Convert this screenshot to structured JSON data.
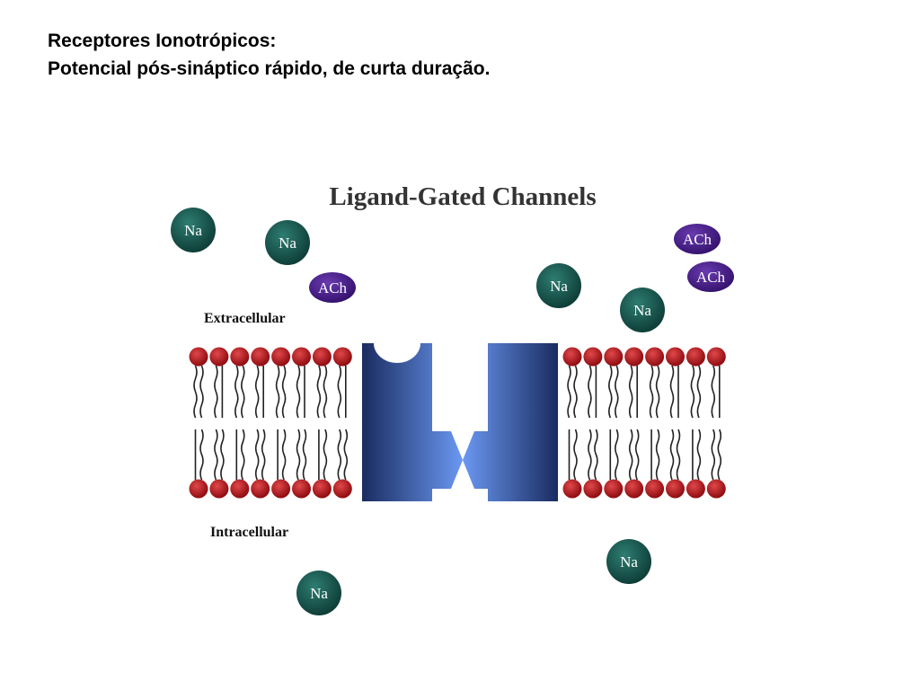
{
  "slide": {
    "title_line1": "Receptores Ionotrópicos:",
    "title_line2": "Potencial pós-sináptico rápido, de curta duração."
  },
  "diagram": {
    "title": "Ligand-Gated Channels",
    "extracellular_label": "Extracellular",
    "intracellular_label": "Intracellular",
    "sodium_label": "Na",
    "ach_label": "ACh",
    "colors": {
      "sodium": "#16524a",
      "ach": "#4a1b8c",
      "phospholipid_head": "#c0181c",
      "channel_dark": "#1c2f66",
      "channel_light": "#6b98f2"
    }
  }
}
